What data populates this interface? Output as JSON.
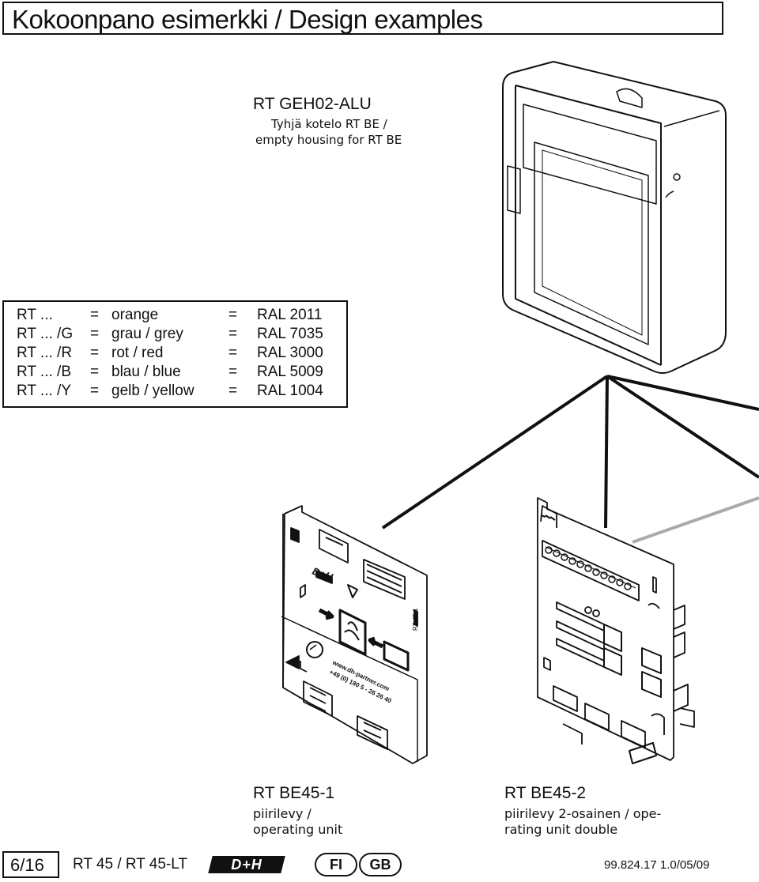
{
  "header": {
    "title": "Kokoonpano esimerkki / Design examples"
  },
  "housing": {
    "title": "RT GEH02-ALU",
    "desc_line1": "Tyhjä kotelo RT BE /",
    "desc_line2": "empty housing for RT BE"
  },
  "color_table": [
    {
      "code": "RT ...",
      "eq1": "=",
      "name": "orange",
      "eq2": "=",
      "ral": "RAL 2011"
    },
    {
      "code": "RT ... /G",
      "eq1": "=",
      "name": "grau / grey",
      "eq2": "=",
      "ral": "RAL 7035"
    },
    {
      "code": "RT ... /R",
      "eq1": "=",
      "name": "rot / red",
      "eq2": "=",
      "ral": "RAL 3000"
    },
    {
      "code": "RT ... /B",
      "eq1": "=",
      "name": "blau / blue",
      "eq2": "=",
      "ral": "RAL 5009"
    },
    {
      "code": "RT ... /Y",
      "eq1": "=",
      "name": "gelb / yellow",
      "eq2": "=",
      "ral": "RAL 1004"
    }
  ],
  "unit1": {
    "title": "RT BE45-1",
    "desc_line1": "piirilevy /",
    "desc_line2": "operating unit",
    "board_www": "www.dh-partner.com",
    "board_phone": "+49 (0) 180 5 - 26 26 40",
    "board_side": "RT 45-1",
    "board_logo": "D+H"
  },
  "unit2": {
    "title": "RT BE45-2",
    "desc_line1": "piirilevy 2-osainen / ope-",
    "desc_line2": "rating unit double"
  },
  "footer": {
    "page": "6/16",
    "model": "RT 45 / RT 45-LT",
    "logo": "D+H",
    "lang1": "FI",
    "lang2": "GB",
    "doc": "99.824.17  1.0/05/09"
  }
}
